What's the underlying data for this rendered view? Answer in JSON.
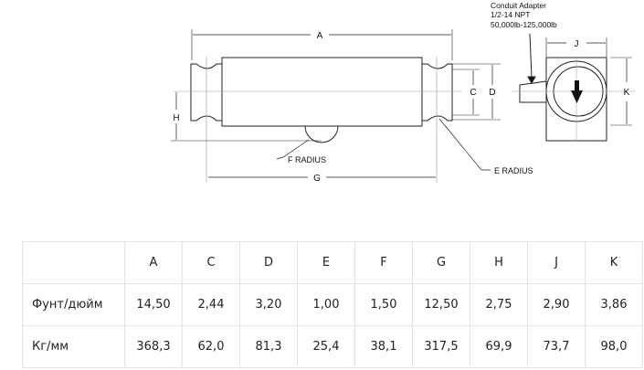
{
  "drawing": {
    "adapter_note": [
      "Conduit Adapter",
      "1/2-14 NPT",
      "50,000lb-125,000lb"
    ],
    "labels": {
      "A": "A",
      "C": "C",
      "D": "D",
      "G": "G",
      "H": "H",
      "J": "J",
      "K": "K",
      "F": "F RADIUS",
      "E": "E RADIUS"
    }
  },
  "table": {
    "headers": [
      "",
      "A",
      "C",
      "D",
      "E",
      "F",
      "G",
      "H",
      "J",
      "K"
    ],
    "rows": [
      {
        "label": "Фунт/дюйм",
        "values": [
          "14,50",
          "2,44",
          "3,20",
          "1,00",
          "1,50",
          "12,50",
          "2,75",
          "2,90",
          "3,86"
        ]
      },
      {
        "label": "Кг/мм",
        "values": [
          "368,3",
          "62,0",
          "81,3",
          "25,4",
          "38,1",
          "317,5",
          "69,9",
          "73,7",
          "98,0"
        ]
      }
    ]
  }
}
